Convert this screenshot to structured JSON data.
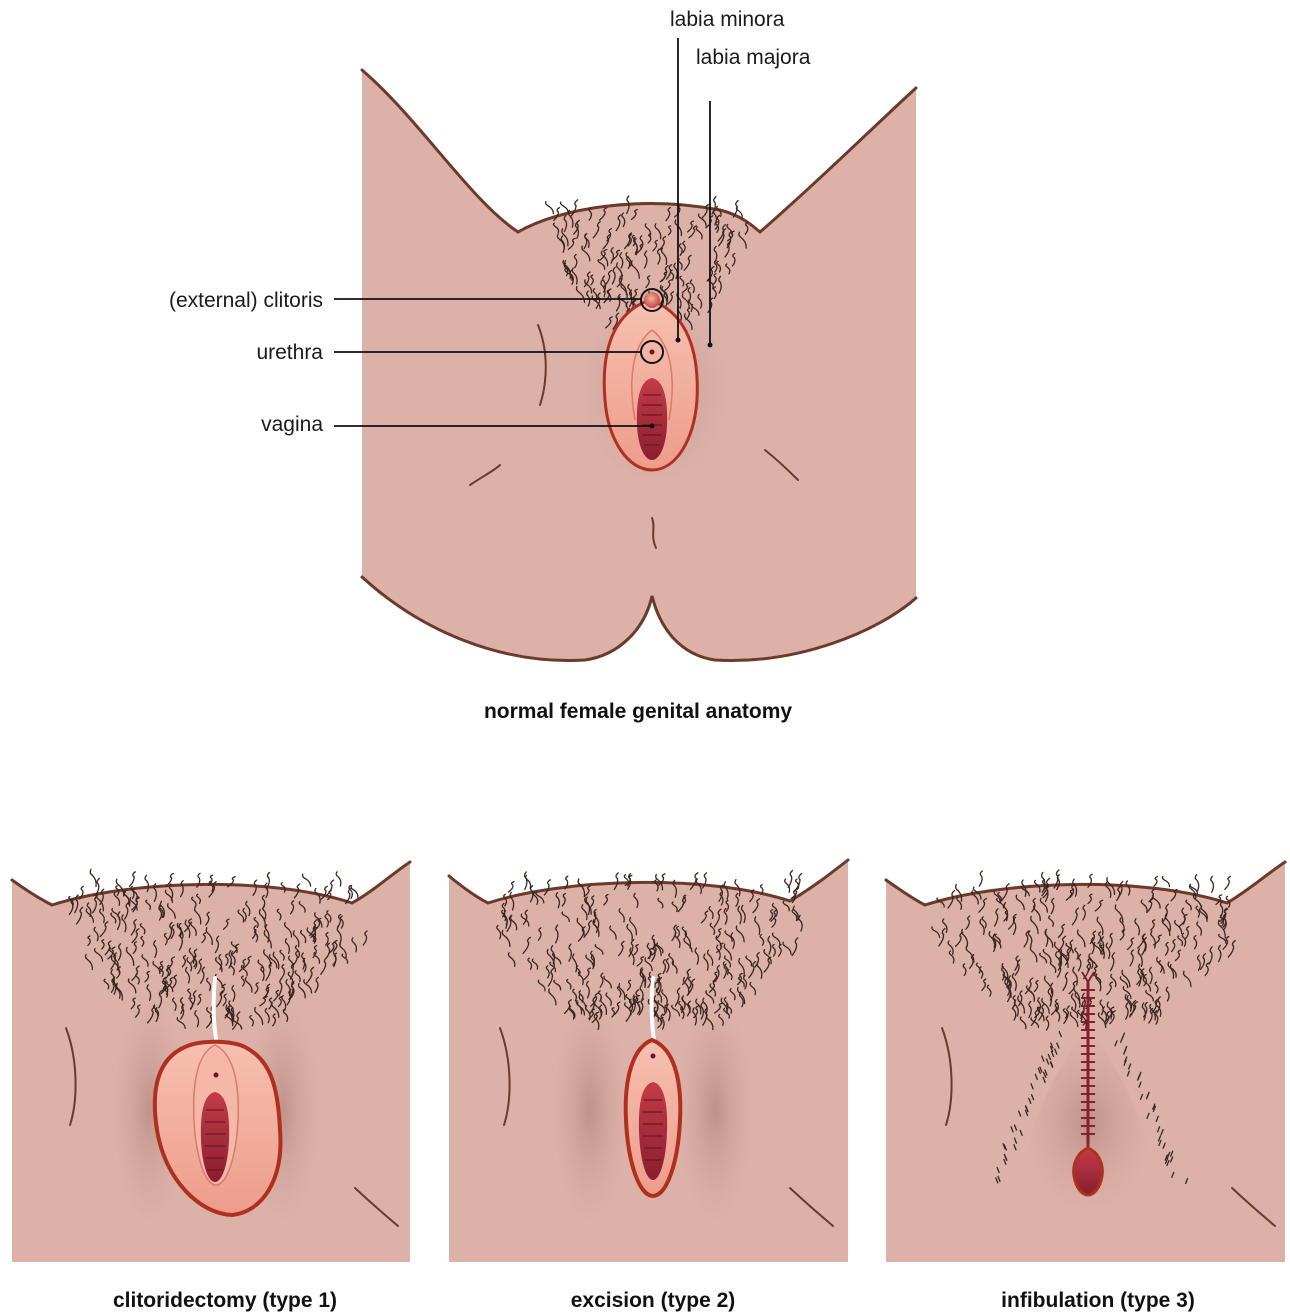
{
  "figure": {
    "main_caption": "normal female genital anatomy",
    "labels": {
      "clitoris": "(external) clitoris",
      "urethra": "urethra",
      "vagina": "vagina",
      "labia_minora": "labia minora",
      "labia_majora": "labia majora"
    },
    "panels": [
      {
        "caption": "clitoridectomy (type 1)"
      },
      {
        "caption": "excision (type 2)"
      },
      {
        "caption": "infibulation (type 3)"
      }
    ],
    "colors": {
      "skin": "#dcb2a8",
      "outline": "#6b3a2a",
      "labia_minora": "#f0a898",
      "vaginal_opening": "#a82a3a",
      "wound_edge": "#b03020",
      "hair": "#3a2620"
    }
  }
}
